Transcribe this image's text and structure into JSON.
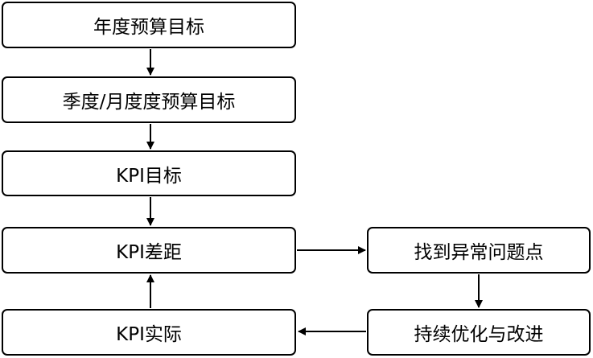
{
  "nodes": {
    "annual_budget_target": "年度预算目标",
    "quarterly_monthly_budget_target": "季度/月度度预算目标",
    "kpi_target": "KPI目标",
    "kpi_gap": "KPI差距",
    "kpi_actual": "KPI实际",
    "find_anomaly": "找到异常问题点",
    "continuous_improvement": "持续优化与改进"
  },
  "colors": {
    "stroke": "#000000",
    "fill": "#ffffff",
    "text": "#000000"
  }
}
